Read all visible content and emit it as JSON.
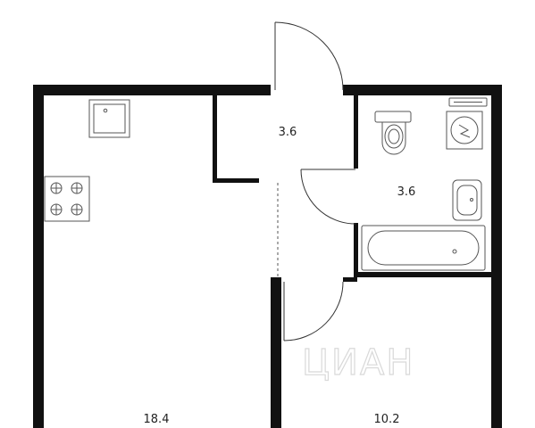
{
  "watermark": "ЦИАН",
  "rooms": [
    {
      "id": "hall",
      "label": "3.6"
    },
    {
      "id": "bathroom",
      "label": "3.6"
    },
    {
      "id": "kitchen-living",
      "label": "18.4"
    },
    {
      "id": "bedroom",
      "label": "10.2"
    }
  ],
  "colors": {
    "wall": "#111111",
    "fixture": "#555555",
    "background": "#ffffff"
  }
}
